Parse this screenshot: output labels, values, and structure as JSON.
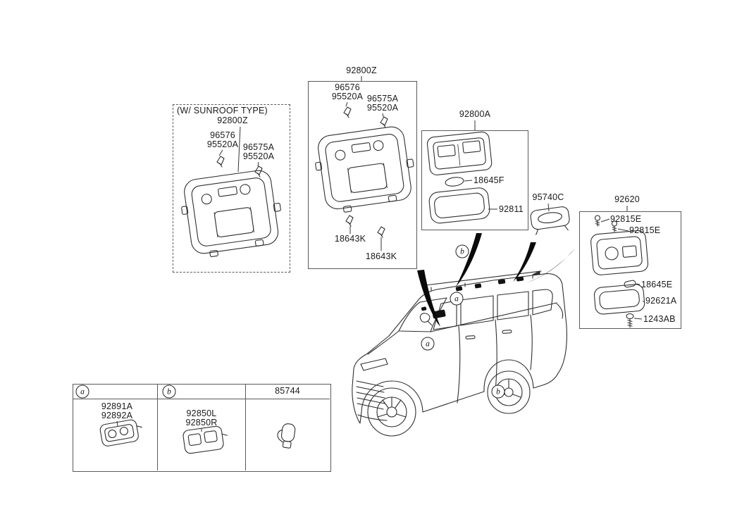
{
  "colors": {
    "line": "#333333",
    "arrow": "#0a0a0a",
    "background": "#ffffff"
  },
  "sunroof_group": {
    "caption": "(W/ SUNROOF TYPE)",
    "assembly": "92800Z",
    "bulb1_line1": "96576",
    "bulb1_line2": "95520A",
    "bulb2_line1": "96575A",
    "bulb2_line2": "95520A"
  },
  "overhead_console": {
    "assembly": "92800Z",
    "bulb1_line1": "96576",
    "bulb1_line2": "95520A",
    "bulb2_line1": "96575A",
    "bulb2_line2": "95520A",
    "festoon_bulb_front": "18643K",
    "festoon_bulb_rear": "18643K"
  },
  "room_lamp": {
    "assembly": "92800A",
    "bulb": "18645F",
    "lens": "92811"
  },
  "mic": {
    "part": "95740C"
  },
  "rear_lamp": {
    "assembly": "92620",
    "screw_top_1": "92815E",
    "screw_top_2": "92815E",
    "bulb": "18645E",
    "lens": "92621A",
    "mounting_screw": "1243AB"
  },
  "callouts": {
    "a": "a",
    "b": "b"
  },
  "table": {
    "headers": {
      "col1": "a",
      "col2": "b",
      "col3": "85744"
    },
    "col1": {
      "line1": "92891A",
      "line2": "92892A"
    },
    "col2": {
      "line1": "92850L",
      "line2": "92850R"
    }
  }
}
